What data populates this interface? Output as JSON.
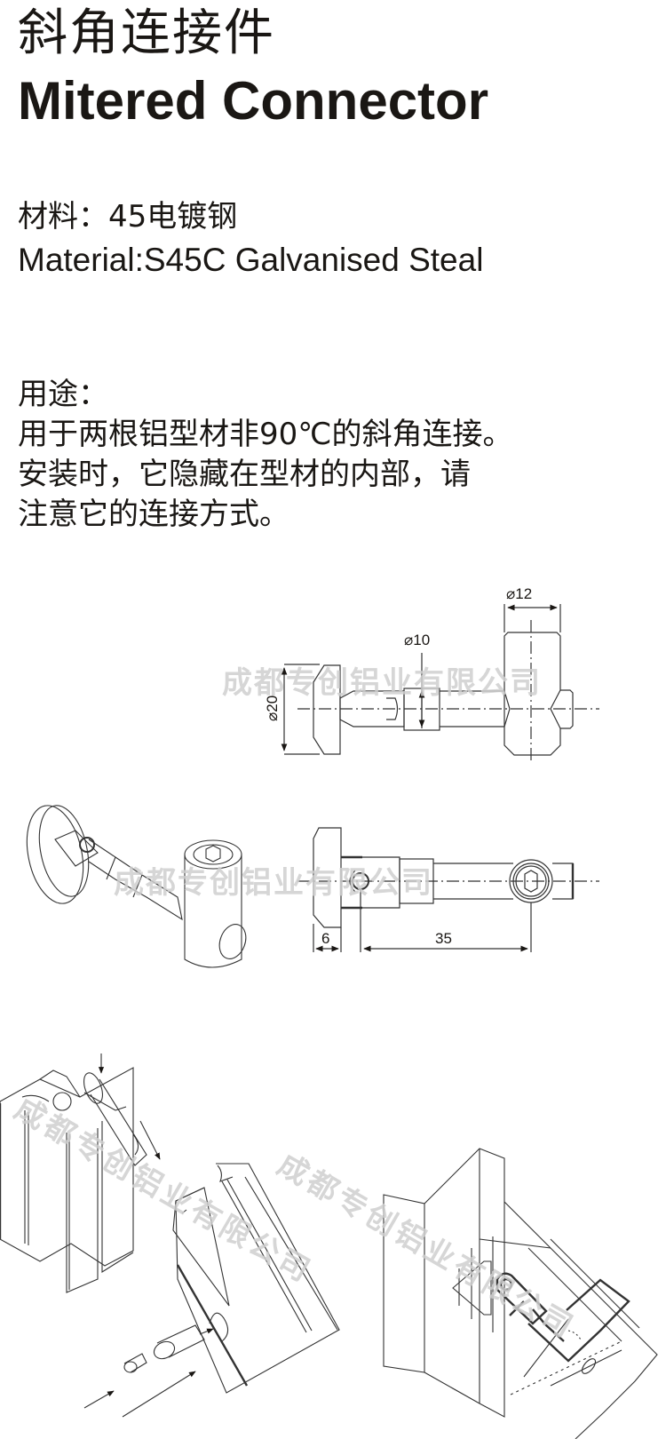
{
  "header": {
    "title_cn": "斜角连接件",
    "title_en": "Mitered Connector"
  },
  "material": {
    "label_cn": "材料：45电镀钢",
    "label_en": "Material:S45C  Galvanised Steal"
  },
  "usage": {
    "heading": "用途：",
    "lines": [
      "用于两根铝型材非90℃的斜角连接。",
      "安装时，它隐藏在型材的内部，请",
      "注意它的连接方式。"
    ]
  },
  "drawings": {
    "side_view": {
      "dim_d12": "⌀12",
      "dim_d10": "⌀10",
      "dim_d20": "⌀20"
    },
    "top_view": {
      "dim_6": "6",
      "dim_35": "35"
    }
  },
  "watermark": {
    "text": "成都专创铝业有限公司",
    "color": "#cfcfcf"
  },
  "colors": {
    "text": "#1a1714",
    "line": "#333333",
    "background": "#ffffff"
  }
}
